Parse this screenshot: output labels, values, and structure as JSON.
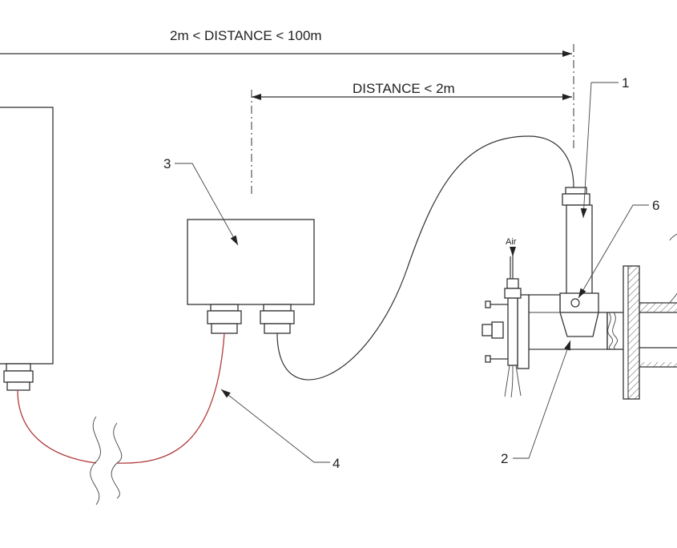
{
  "dimensions": {
    "long": "2m < DISTANCE < 100m",
    "short": "DISTANCE < 2m"
  },
  "callouts": {
    "c1": "1",
    "c2": "2",
    "c3": "3",
    "c4": "4",
    "c6": "6"
  },
  "air_label": "Air",
  "colors": {
    "line": "#333333",
    "cable_red": "#b23a3a"
  }
}
